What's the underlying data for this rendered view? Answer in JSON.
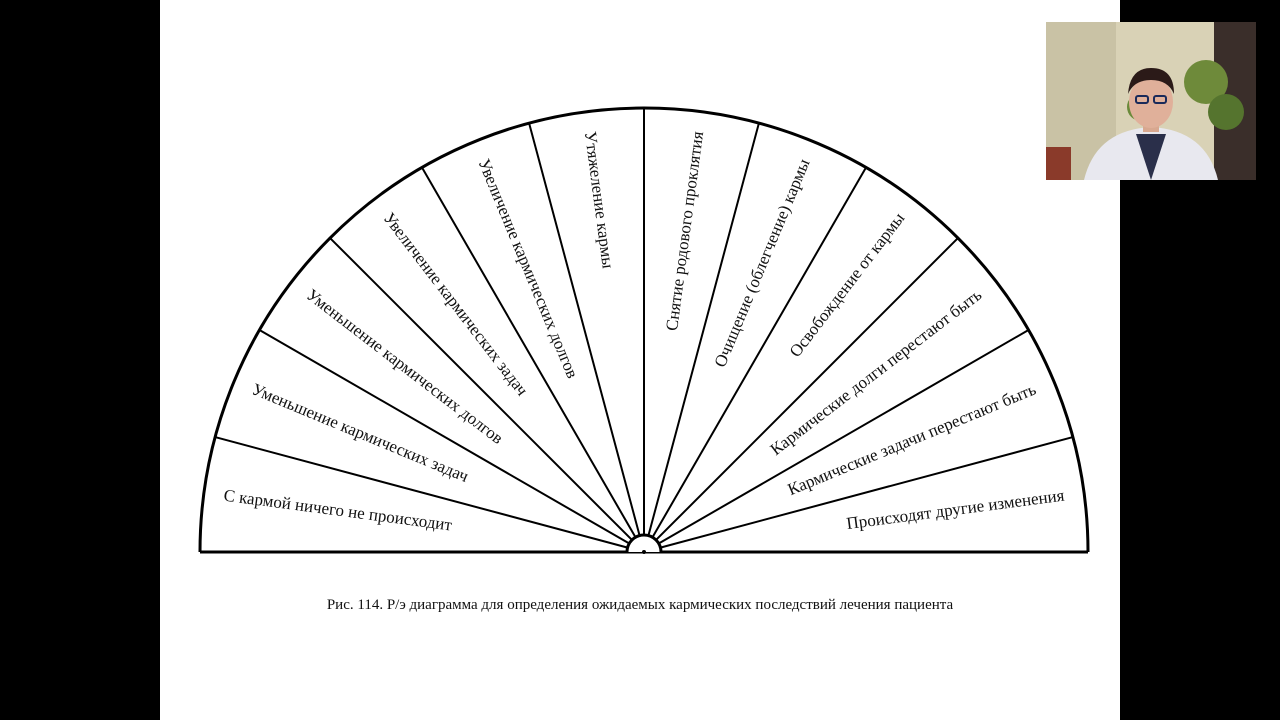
{
  "diagram": {
    "sectors": [
      "С кармой ничего не происходит",
      "Уменьшение кармических задач",
      "Уменьшение кармических долгов",
      "Увеличение кармических задач",
      "Увеличение кармических долгов",
      "Утяжеление кармы",
      "Снятие родового проклятия",
      "Очищение (облегчение) кармы",
      "Освобождение от кармы",
      "Кармические долги перестают быть",
      "Кармические задачи перестают быть",
      "Происходят другие изменения"
    ]
  },
  "caption": "Рис. 114. Р/э диаграмма для определения ожидаемых кармических последствий лечения пациента",
  "colors": {
    "background": "#000000",
    "slide": "#ffffff",
    "ink": "#000000"
  },
  "webcam": {
    "icon": "presenter-video-icon"
  }
}
